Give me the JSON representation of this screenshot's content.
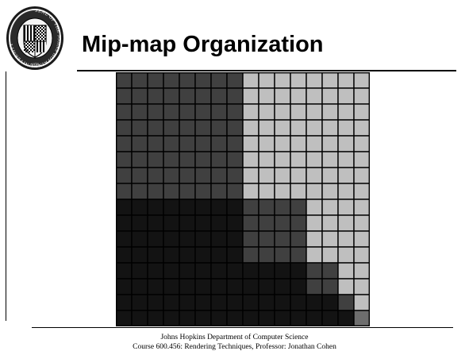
{
  "slide": {
    "title": "Mip-map Organization",
    "footer_line1": "Johns Hopkins Department of Computer Science",
    "footer_line2": "Course 600.456: Rendering Techniques, Professor: Jonathan Cohen"
  },
  "logo": {
    "icon": "jhu-university-seal-icon",
    "seal_text_ring": "SEAL OF THE JOHNS HOPKINS UNIVERSITY",
    "seal_year": "1876"
  },
  "colors": {
    "level0_red": "#404040",
    "level0_green": "#bfbfbf",
    "level0_blue": "#131313",
    "grid_line": "#000000"
  },
  "mipmap": {
    "levels": [
      {
        "level": 0,
        "texels": 8
      },
      {
        "level": 1,
        "texels": 4
      },
      {
        "level": 2,
        "texels": 2
      },
      {
        "level": 3,
        "texels": 1
      }
    ]
  }
}
